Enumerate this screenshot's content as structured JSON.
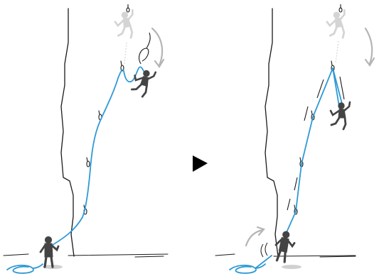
{
  "colors": {
    "rope": "#2f9ad6",
    "ink": "#1a1a1a",
    "climber": "#444444",
    "ghost_climber": "#d4d4d4",
    "motion_arrow": "#b5b5b5",
    "arrow_fill": "#000000",
    "shadow": "#d0d0d0"
  },
  "icons": {
    "transition": "play-arrow-icon",
    "falling_climber": "climber-icon",
    "belayer": "belayer-icon"
  },
  "panels": [
    {
      "name": "before-catch",
      "state": "climber falling, rope slack"
    },
    {
      "name": "after-catch",
      "state": "rope taut, belayer lifted"
    }
  ]
}
